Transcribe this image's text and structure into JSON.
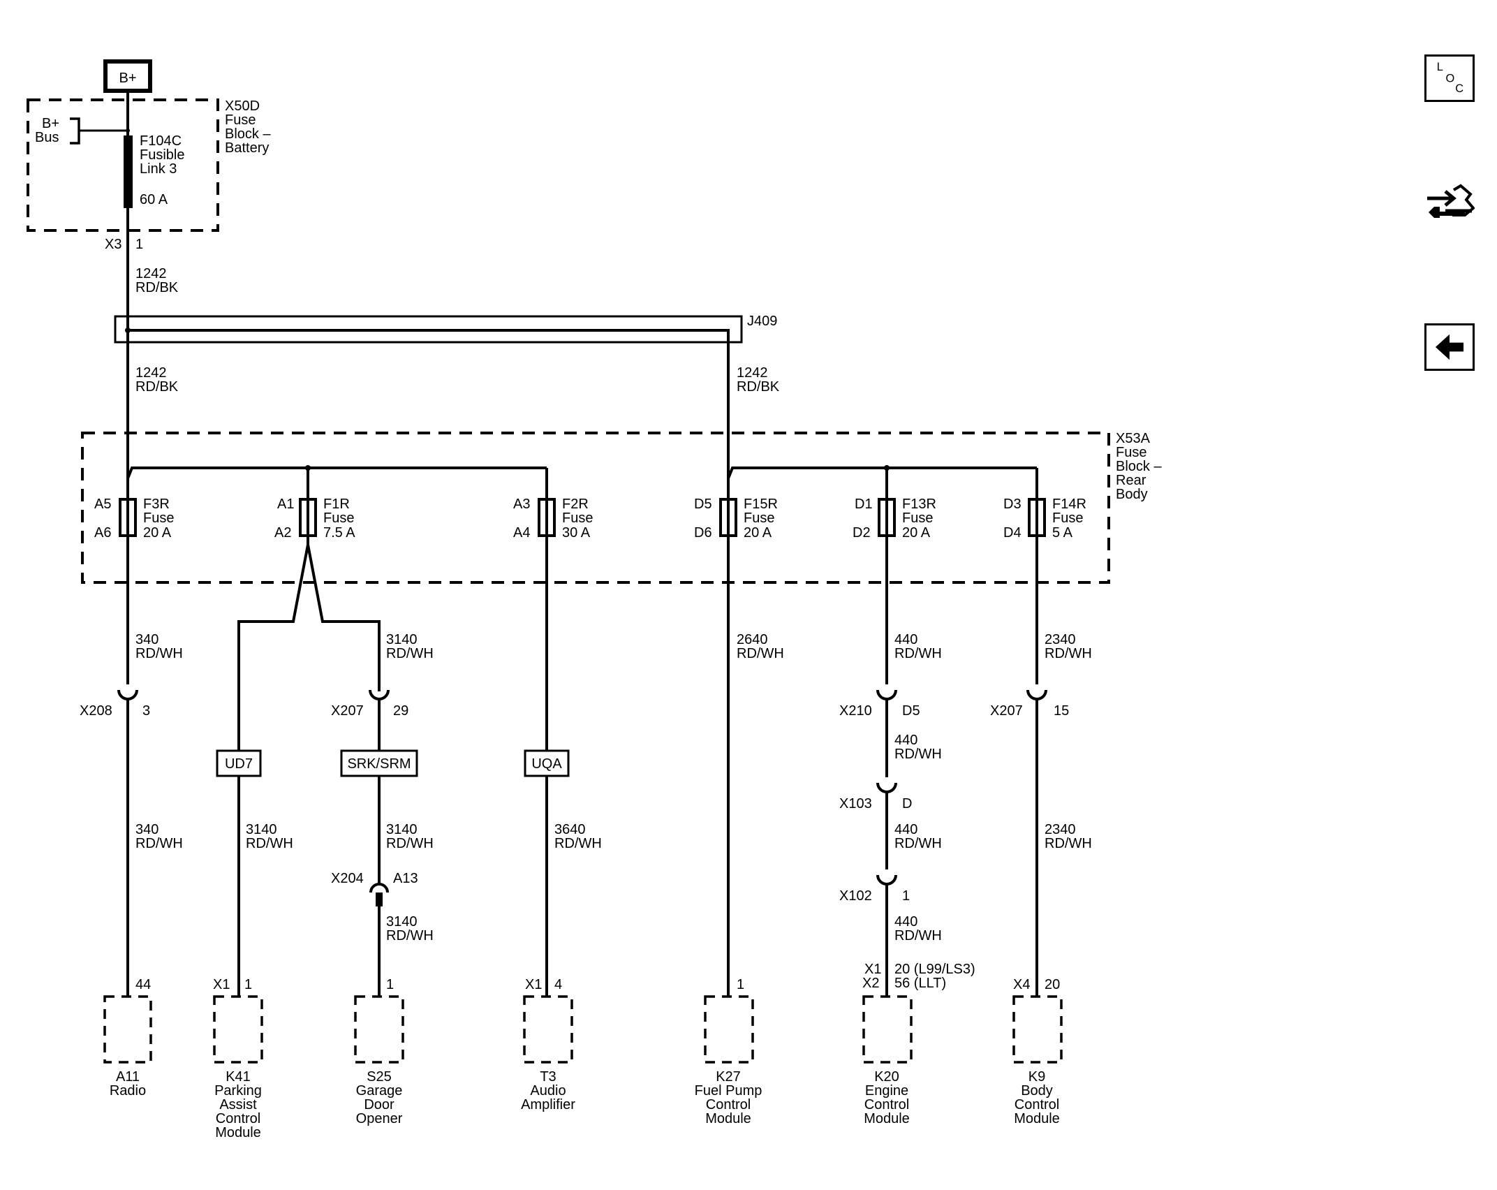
{
  "power_source": {
    "label": "B+"
  },
  "fuse_block_battery": {
    "id": "X50D",
    "name_lines": [
      "Fuse",
      "Block –",
      "Battery"
    ],
    "bus_lines": [
      "B+",
      "Bus"
    ],
    "fusible_link_lines": [
      "F104C",
      "Fusible",
      "Link 3"
    ],
    "rating": "60 A",
    "connector": "X3",
    "pin": "1"
  },
  "feed_wire": {
    "circuit": "1242",
    "color": "RD/BK"
  },
  "splice": {
    "id": "J409"
  },
  "splice_outputs": [
    {
      "circuit": "1242",
      "color": "RD/BK"
    },
    {
      "circuit": "1242",
      "color": "RD/BK"
    }
  ],
  "fuse_block_rear": {
    "id": "X53A",
    "name_lines": [
      "Fuse",
      "Block –",
      "Rear",
      "Body"
    ]
  },
  "fuses": [
    {
      "id": "F3R",
      "label": "Fuse",
      "rating": "20 A",
      "pin_in": "A5",
      "pin_out": "A6"
    },
    {
      "id": "F1R",
      "label": "Fuse",
      "rating": "7.5 A",
      "pin_in": "A1",
      "pin_out": "A2"
    },
    {
      "id": "F2R",
      "label": "Fuse",
      "rating": "30 A",
      "pin_in": "A3",
      "pin_out": "A4"
    },
    {
      "id": "F15R",
      "label": "Fuse",
      "rating": "20 A",
      "pin_in": "D5",
      "pin_out": "D6"
    },
    {
      "id": "F13R",
      "label": "Fuse",
      "rating": "20 A",
      "pin_in": "D1",
      "pin_out": "D2"
    },
    {
      "id": "F14R",
      "label": "Fuse",
      "rating": "5 A",
      "pin_in": "D3",
      "pin_out": "D4"
    }
  ],
  "wires": {
    "radio_a": {
      "circuit": "340",
      "color": "RD/WH"
    },
    "radio_b": {
      "circuit": "340",
      "color": "RD/WH"
    },
    "garage_a": {
      "circuit": "3140",
      "color": "RD/WH"
    },
    "parking": {
      "circuit": "3140",
      "color": "RD/WH"
    },
    "garage_b": {
      "circuit": "3140",
      "color": "RD/WH"
    },
    "garage_c": {
      "circuit": "3140",
      "color": "RD/WH"
    },
    "amp": {
      "circuit": "3640",
      "color": "RD/WH"
    },
    "fuelpump": {
      "circuit": "2640",
      "color": "RD/WH"
    },
    "ecm_a": {
      "circuit": "440",
      "color": "RD/WH"
    },
    "ecm_b": {
      "circuit": "440",
      "color": "RD/WH"
    },
    "ecm_c": {
      "circuit": "440",
      "color": "RD/WH"
    },
    "ecm_d": {
      "circuit": "440",
      "color": "RD/WH"
    },
    "bcm_a": {
      "circuit": "2340",
      "color": "RD/WH"
    },
    "bcm_b": {
      "circuit": "2340",
      "color": "RD/WH"
    }
  },
  "connectors": {
    "x208": {
      "id": "X208",
      "pin": "3"
    },
    "x207a": {
      "id": "X207",
      "pin": "29"
    },
    "x204": {
      "id": "X204",
      "pin": "A13"
    },
    "x210": {
      "id": "X210",
      "pin": "D5"
    },
    "x103": {
      "id": "X103",
      "pin": "D"
    },
    "x102": {
      "id": "X102",
      "pin": "1"
    },
    "x207b": {
      "id": "X207",
      "pin": "15"
    }
  },
  "options": [
    "UD7",
    "SRK/SRM",
    "UQA"
  ],
  "modules": [
    {
      "connector": "",
      "pin": "44",
      "name_lines": [
        "A11",
        "Radio"
      ]
    },
    {
      "connector": "X1",
      "pin": "1",
      "name_lines": [
        "K41",
        "Parking",
        "Assist",
        "Control",
        "Module"
      ]
    },
    {
      "connector": "",
      "pin": "1",
      "name_lines": [
        "S25",
        "Garage",
        "Door",
        "Opener"
      ]
    },
    {
      "connector": "X1",
      "pin": "4",
      "name_lines": [
        "T3",
        "Audio",
        "Amplifier"
      ]
    },
    {
      "connector": "",
      "pin": "1",
      "name_lines": [
        "K27",
        "Fuel Pump",
        "Control",
        "Module"
      ]
    },
    {
      "connector_lines": [
        "X1",
        "X2"
      ],
      "pin_lines": [
        "20 (L99/LS3)",
        "56 (LLT)"
      ],
      "name_lines": [
        "K20",
        "Engine",
        "Control",
        "Module"
      ]
    },
    {
      "connector": "X4",
      "pin": "20",
      "name_lines": [
        "K9",
        "Body",
        "Control",
        "Module"
      ]
    }
  ],
  "side_buttons": {
    "loc": {
      "letters": [
        "L",
        "O",
        "C"
      ]
    },
    "connector_icon": "connector-end-view-icon",
    "back_icon": "back-arrow-icon"
  }
}
